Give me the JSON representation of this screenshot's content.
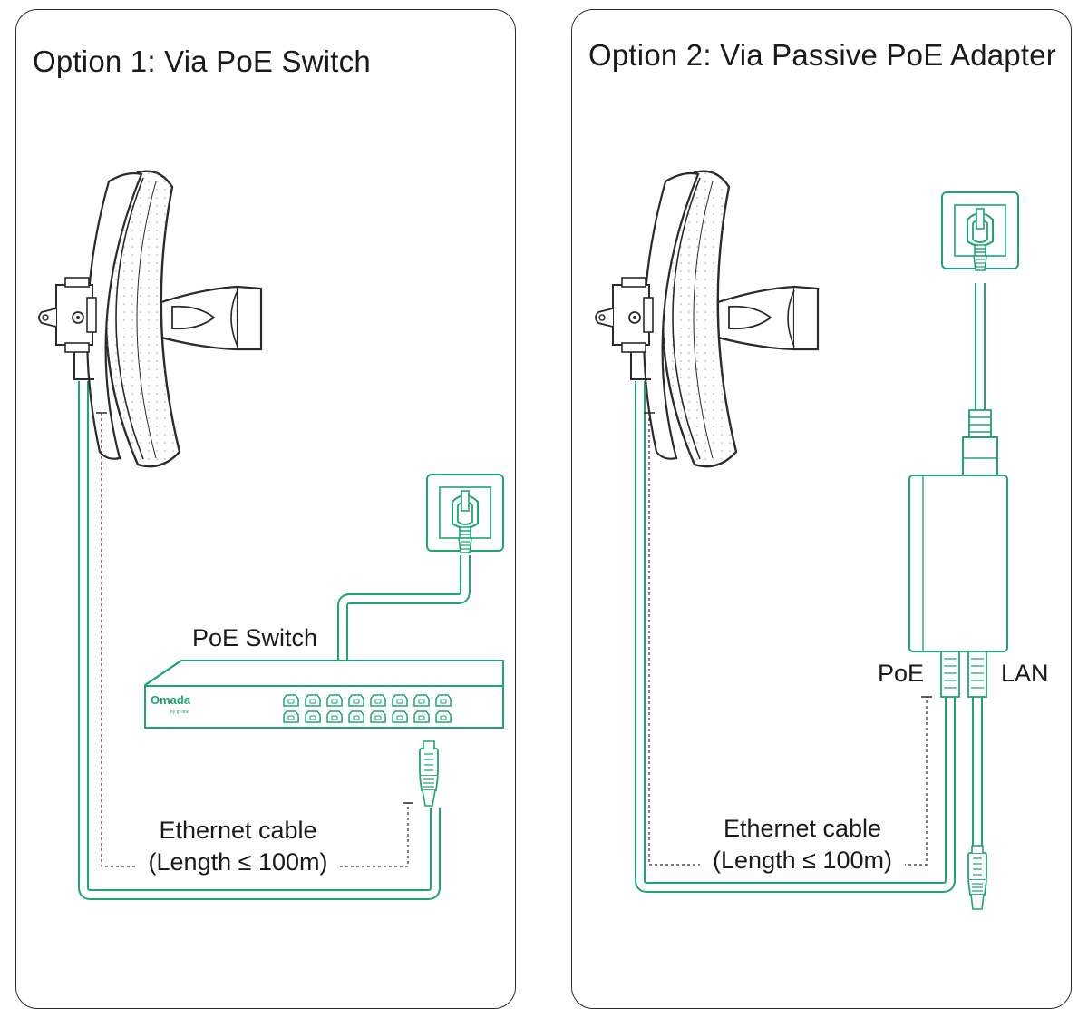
{
  "colors": {
    "accent": "#1ea66f",
    "outline": "#2b2b2b",
    "panel_border": "#2b2b2b"
  },
  "option1": {
    "title": "Option 1: Via PoE Switch",
    "switch_label": "PoE Switch",
    "switch_brand": "Omada",
    "switch_brand_sub": "by tp-link",
    "cable_label_line1": "Ethernet cable",
    "cable_label_line2": "(Length ≤ 100m)"
  },
  "option2": {
    "title": "Option 2: Via Passive PoE Adapter",
    "poe_label": "PoE",
    "lan_label": "LAN",
    "cable_label_line1": "Ethernet cable",
    "cable_label_line2": "(Length ≤ 100m)"
  },
  "icons": {
    "antenna": "cpe-antenna-icon",
    "outlet": "wall-outlet-icon",
    "plug": "power-plug-icon",
    "switch": "poe-switch-icon",
    "adapter": "poe-adapter-icon",
    "connector": "rj45-connector-icon"
  }
}
